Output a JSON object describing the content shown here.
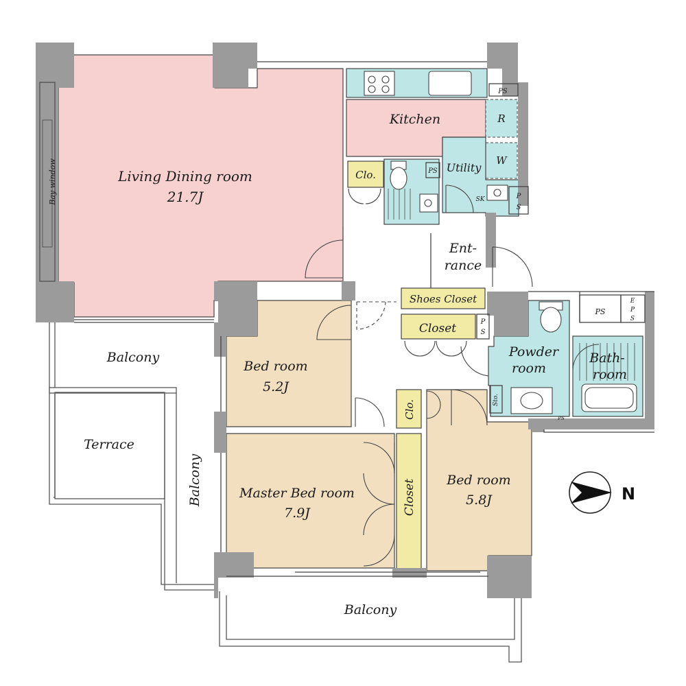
{
  "rooms": {
    "living": {
      "name": "Living Dining room",
      "size": "21.7J"
    },
    "kitchen": "Kitchen",
    "fridge": "R",
    "utility": "Utility",
    "washer": "W",
    "sink": "SK",
    "entrance_1": "Ent-",
    "entrance_2": "rance",
    "closet_clo": "Clo.",
    "shoes_closet": "Shoes Closet",
    "closet": "Closet",
    "powder_1": "Powder",
    "powder_2": "room",
    "bath_1": "Bath-",
    "bath_2": "room",
    "storage": "Sto.",
    "bed1": {
      "name": "Bed room",
      "size": "5.2J"
    },
    "master": {
      "name": "Master Bed room",
      "size": "7.9J"
    },
    "bed2": {
      "name": "Bed room",
      "size": "5.8J"
    },
    "closet_vertical": "Closet",
    "clo_vertical": "Clo.",
    "terrace": "Terrace"
  },
  "outdoor": {
    "balcony_left": "Balcony",
    "balcony_middle": "Balcony",
    "balcony_bottom": "Balcony"
  },
  "shafts": {
    "ps": "PS",
    "ps_1": "P",
    "ps_2": "S",
    "eps_1": "E",
    "eps_2": "P",
    "eps_3": "S"
  },
  "bay_window": "Bay window",
  "compass": {
    "label": "N"
  },
  "colors": {
    "wall": "#9b9b9b",
    "living_kitchen": "#f6d1d0",
    "bedroom": "#f2dfc0",
    "wet_area": "#bfe6e6",
    "closet": "#f2eba6"
  }
}
